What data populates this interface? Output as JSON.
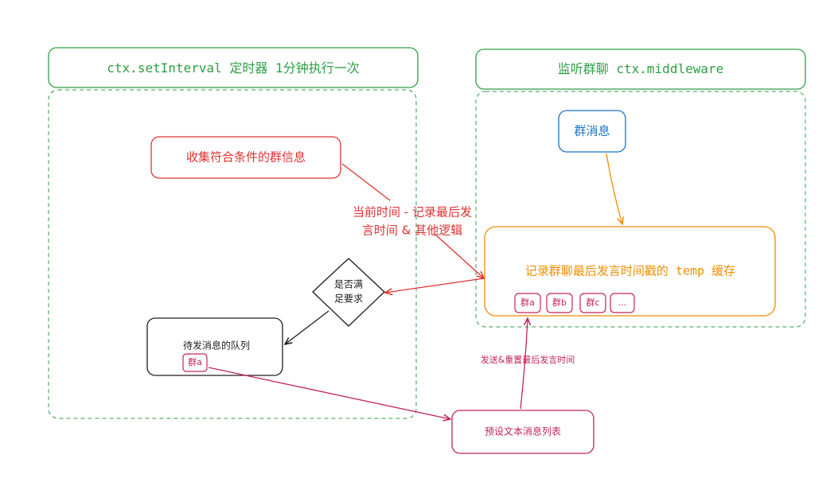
{
  "colors": {
    "green": "#2f9e44",
    "red": "#e03131",
    "blue": "#1971c2",
    "orange": "#f08c00",
    "pink": "#c2255c",
    "black": "#1e1e1e"
  },
  "left_panel": {
    "title": "ctx.setInterval 定时器 1分钟执行一次",
    "collect_box": "收集符合条件的群信息",
    "decision": {
      "line1": "是否满",
      "line2": "足要求"
    },
    "queue_box": {
      "label": "待发消息的队列",
      "chip": "群a"
    }
  },
  "right_panel": {
    "title": "监听群聊 ctx.middleware",
    "message_box": "群消息",
    "temp_box": {
      "label": "记录群聊最后发言时间戳的 temp 缓存",
      "chips": [
        "群a",
        "群b",
        "群c",
        "..."
      ]
    }
  },
  "connector_labels": {
    "condition": {
      "line1": "当前时间 - 记录最后发",
      "line2": "言时间 & 其他逻辑"
    },
    "send_reset": "发送&重置最后发言时间"
  },
  "preset_box": "预设文本消息列表"
}
